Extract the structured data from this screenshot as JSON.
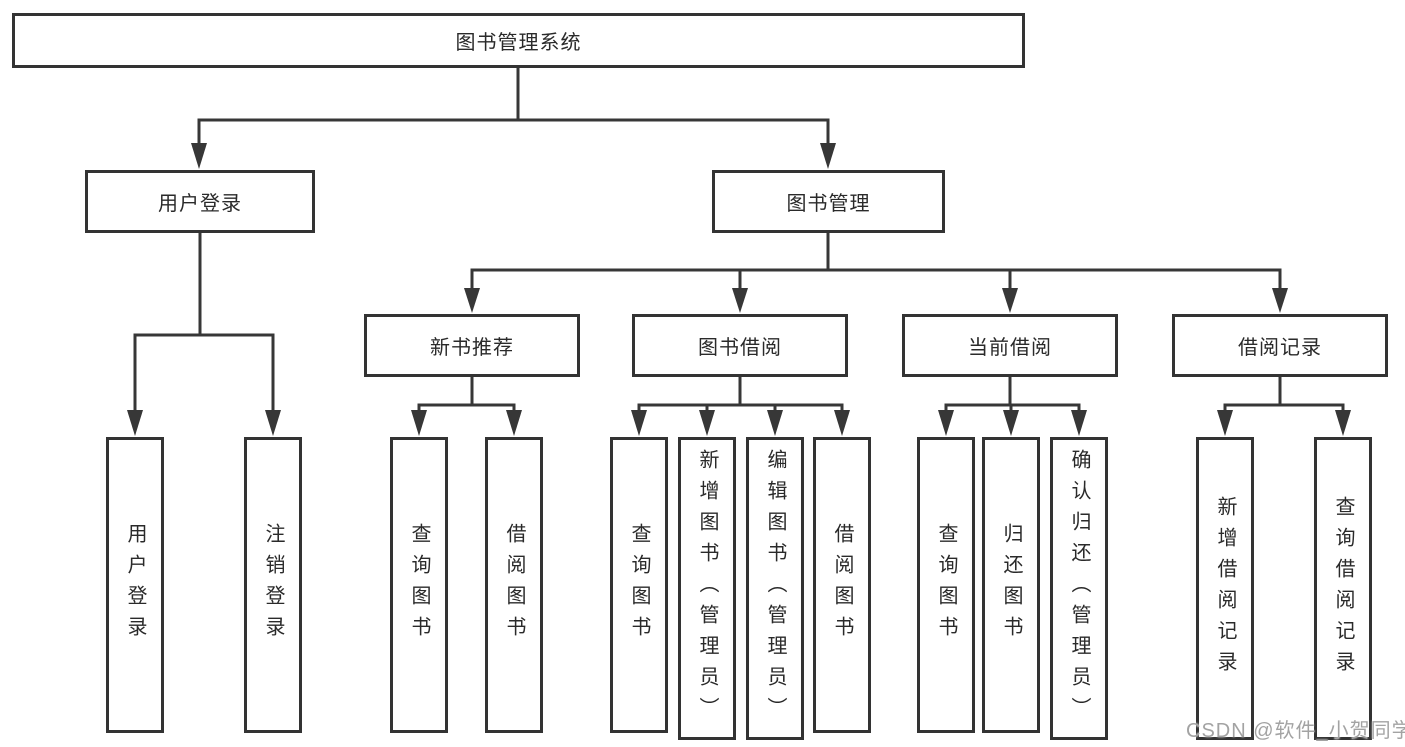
{
  "diagram": {
    "root": {
      "label": "图书管理系统"
    },
    "branches": [
      {
        "label": "用户登录",
        "leaves": [
          {
            "label": "用户登录"
          },
          {
            "label": "注销登录"
          }
        ]
      },
      {
        "label": "图书管理",
        "groups": [
          {
            "label": "新书推荐",
            "leaves": [
              {
                "label": "查询图书"
              },
              {
                "label": "借阅图书"
              }
            ]
          },
          {
            "label": "图书借阅",
            "leaves": [
              {
                "label": "查询图书"
              },
              {
                "label": "新增图书（管理员）"
              },
              {
                "label": "编辑图书（管理员）"
              },
              {
                "label": "借阅图书"
              }
            ]
          },
          {
            "label": "当前借阅",
            "leaves": [
              {
                "label": "查询图书"
              },
              {
                "label": "归还图书"
              },
              {
                "label": "确认归还（管理员）"
              }
            ]
          },
          {
            "label": "借阅记录",
            "leaves": [
              {
                "label": "新增借阅记录"
              },
              {
                "label": "查询借阅记录"
              }
            ]
          }
        ]
      }
    ]
  },
  "watermark": {
    "text": "CSDN @软件_小贺同学"
  },
  "colors": {
    "line": "#373737",
    "border": "#333333",
    "text": "#2a2a2a",
    "watermark": "#a3a3a3",
    "background": "#ffffff"
  }
}
